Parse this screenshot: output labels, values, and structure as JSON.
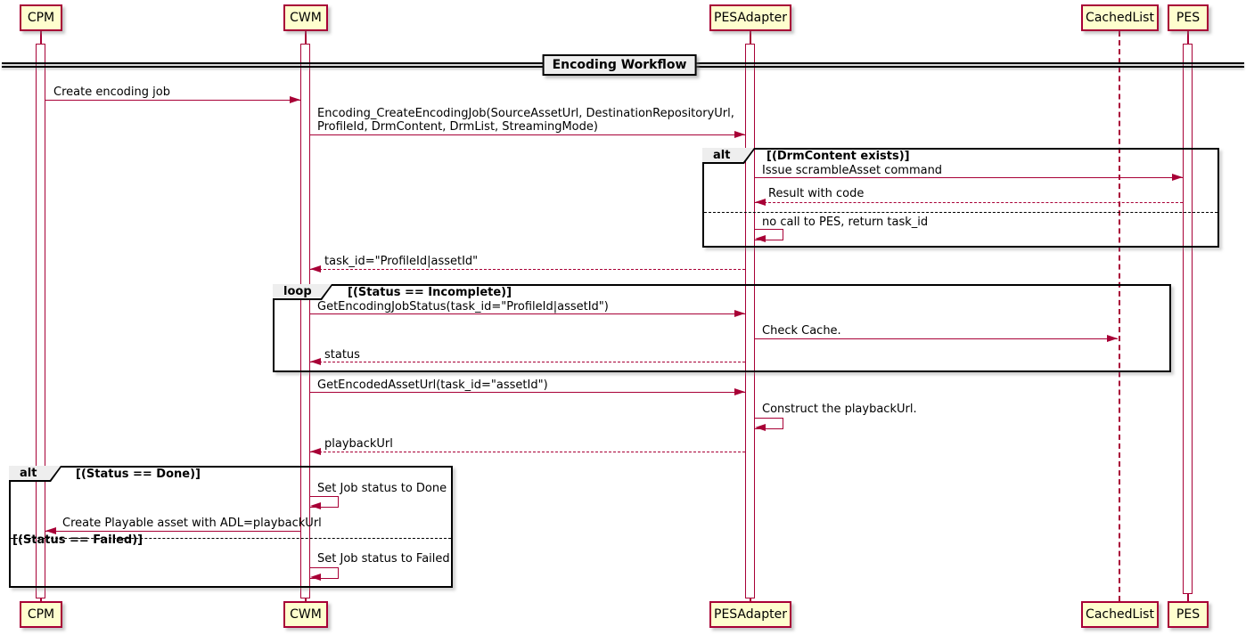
{
  "diagram_type": "uml-sequence",
  "divider": {
    "title": "Encoding Workflow"
  },
  "colors": {
    "accent": "#A80036",
    "participant_fill": "#FEFECE",
    "fragment_border": "#000000",
    "operator_fill": "#EEEEEE",
    "background": "#FFFFFF"
  },
  "participants": [
    {
      "name": "CPM"
    },
    {
      "name": "CWM"
    },
    {
      "name": "PESAdapter"
    },
    {
      "name": "CachedList"
    },
    {
      "name": "PES"
    }
  ],
  "fragments": [
    {
      "operator": "alt",
      "guard": "[(DrmContent exists)]",
      "else_guard": ""
    },
    {
      "operator": "loop",
      "guard": "[(Status == Incomplete)]"
    },
    {
      "operator": "alt",
      "guard": "[(Status == Done)]",
      "else_guard": "[(Status == Failed)]"
    }
  ],
  "messages": [
    {
      "text": "Create encoding job",
      "from": "CPM",
      "to": "CWM",
      "line": "solid"
    },
    {
      "text": "Encoding_CreateEncodingJob(SourceAssetUrl, DestinationRepositoryUrl,",
      "text_line2": "ProfileId, DrmContent, DrmList, StreamingMode)",
      "from": "CWM",
      "to": "PESAdapter",
      "line": "solid"
    },
    {
      "text": "Issue scrambleAsset command",
      "from": "PESAdapter",
      "to": "PES",
      "line": "solid"
    },
    {
      "text": "Result with code",
      "from": "PES",
      "to": "PESAdapter",
      "line": "dotted"
    },
    {
      "text": "no call to PES, return task_id",
      "from": "PESAdapter",
      "to": "PESAdapter",
      "line": "solid"
    },
    {
      "text": "task_id=\"ProfileId|assetId\"",
      "from": "PESAdapter",
      "to": "CWM",
      "line": "dotted"
    },
    {
      "text": "GetEncodingJobStatus(task_id=\"ProfileId|assetId\")",
      "from": "CWM",
      "to": "PESAdapter",
      "line": "solid"
    },
    {
      "text": "Check Cache.",
      "from": "PESAdapter",
      "to": "CachedList",
      "line": "solid"
    },
    {
      "text": "status",
      "from": "PESAdapter",
      "to": "CWM",
      "line": "dotted"
    },
    {
      "text": "GetEncodedAssetUrl(task_id=\"assetId\")",
      "from": "CWM",
      "to": "PESAdapter",
      "line": "solid"
    },
    {
      "text": "Construct the playbackUrl.",
      "from": "PESAdapter",
      "to": "PESAdapter",
      "line": "solid"
    },
    {
      "text": "playbackUrl",
      "from": "PESAdapter",
      "to": "CWM",
      "line": "dotted"
    },
    {
      "text": "Set Job status to Done",
      "from": "CWM",
      "to": "CWM",
      "line": "solid"
    },
    {
      "text": "Create Playable asset with ADL=playbackUrl",
      "from": "CWM",
      "to": "CPM",
      "line": "solid"
    },
    {
      "text": "Set Job status to Failed",
      "from": "CWM",
      "to": "CWM",
      "line": "solid"
    }
  ]
}
